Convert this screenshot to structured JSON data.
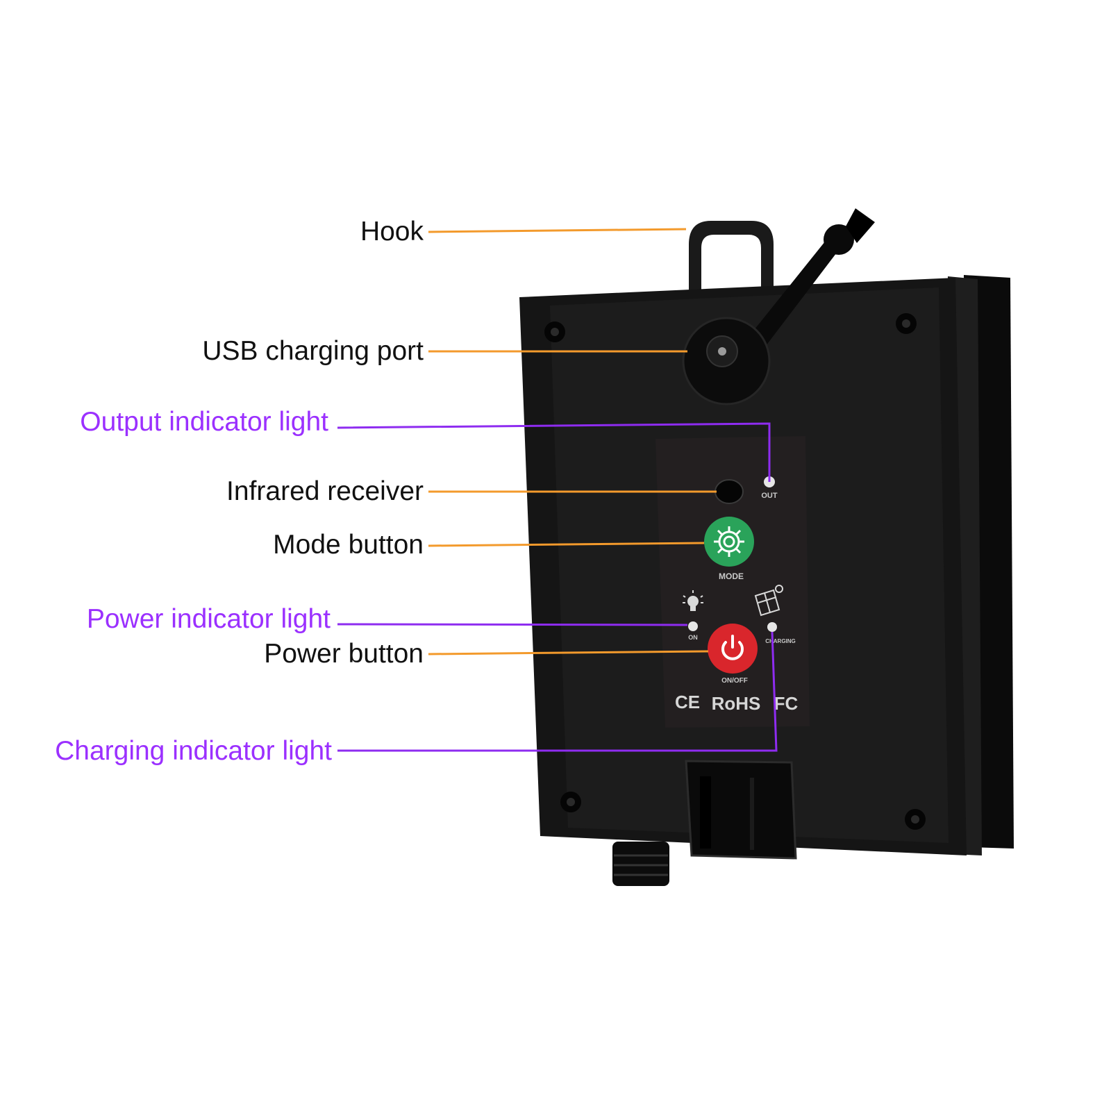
{
  "colors": {
    "orange_leader": "#f39a2c",
    "purple_leader": "#8e2cf0",
    "purple_text": "#9b30ff",
    "black_text": "#111111",
    "device_body": "#151515",
    "mode_button": "#2aa35a",
    "power_button": "#d9262c"
  },
  "labels": {
    "hook": "Hook",
    "usb_port": "USB charging port",
    "output_light": "Output indicator light",
    "infrared": "Infrared receiver",
    "mode_button": "Mode button",
    "power_light": "Power indicator light",
    "power_button": "Power button",
    "charging_light": "Charging indicator light"
  },
  "device": {
    "out_text": "OUT",
    "mode_text": "MODE",
    "on_text": "ON",
    "onoff_text": "ON/OFF",
    "charging_text": "CHARGING",
    "ce_mark": "CE",
    "rohs_mark": "RoHS",
    "fc_mark": "FC"
  },
  "icons": {
    "mode": "gear-icon",
    "power": "power-icon",
    "on_light": "bulb-icon",
    "charging": "solar-panel-icon"
  }
}
